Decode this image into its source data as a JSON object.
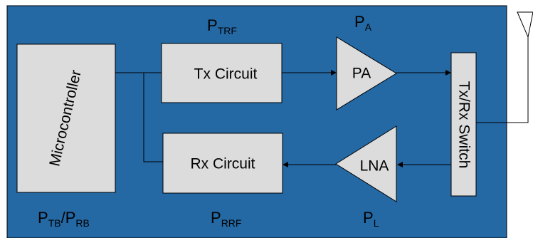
{
  "colors": {
    "board": "#2468a4",
    "block": "#dcdcdc",
    "line": "#000000"
  },
  "blocks": {
    "microcontroller": "Microcontroller",
    "tx_circuit": "Tx Circuit",
    "rx_circuit": "Rx Circuit",
    "pa": "PA",
    "lna": "LNA",
    "switch": "Tx/Rx Switch"
  },
  "power_labels": {
    "p_trf": {
      "main": "P",
      "sub": "TRF"
    },
    "p_a": {
      "main": "P",
      "sub": "A"
    },
    "p_tb_rb": {
      "main1": "P",
      "sub1": "TB",
      "sep": "/",
      "main2": "P",
      "sub2": "RB"
    },
    "p_rrf": {
      "main": "P",
      "sub": "RRF"
    },
    "p_l": {
      "main": "P",
      "sub": "L"
    }
  },
  "icons": {
    "antenna": "antenna-icon"
  }
}
